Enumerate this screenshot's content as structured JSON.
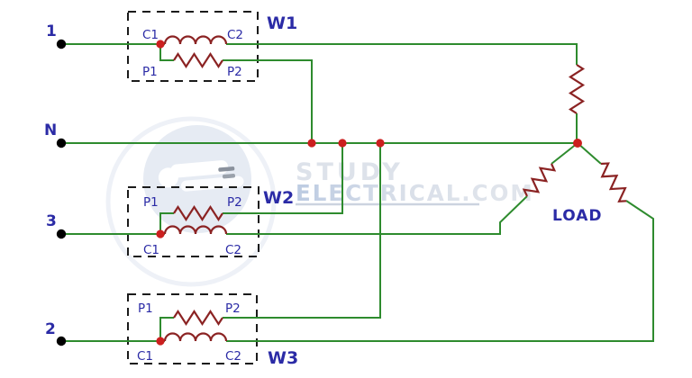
{
  "terminals": [
    {
      "label": "1"
    },
    {
      "label": "N"
    },
    {
      "label": "3"
    },
    {
      "label": "2"
    }
  ],
  "wattmeters": [
    {
      "name": "W1",
      "current_coil": {
        "left": "C1",
        "right": "C2"
      },
      "pressure_coil": {
        "left": "P1",
        "right": "P2"
      }
    },
    {
      "name": "W2",
      "current_coil": {
        "left": "C1",
        "right": "C2"
      },
      "pressure_coil": {
        "left": "P1",
        "right": "P2"
      }
    },
    {
      "name": "W3",
      "current_coil": {
        "left": "C1",
        "right": "C2"
      },
      "pressure_coil": {
        "left": "P1",
        "right": "P2"
      }
    }
  ],
  "load": {
    "label": "LOAD"
  },
  "watermark": {
    "line1": "STUDY",
    "line2": "ELECTRICAL.COM"
  },
  "colors": {
    "wire_green": "#2e8b2e",
    "element_dark_red": "#8b2323",
    "junction_red": "#cc1f1f",
    "terminal_black": "#000000",
    "label_blue": "#2b2ba6",
    "box_dash": "#1b1b1b",
    "watermark_gray": "#dde2ea"
  }
}
